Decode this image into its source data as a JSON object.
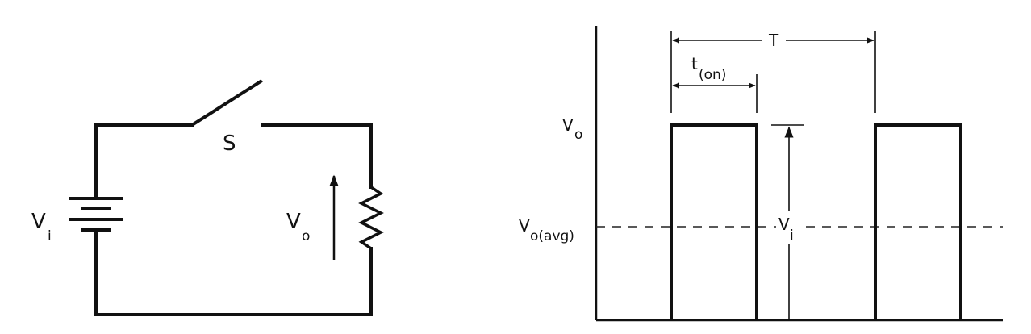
{
  "circuit": {
    "source_label": {
      "main": "V",
      "sub": "i"
    },
    "switch_label": "S",
    "output_label": {
      "main": "V",
      "sub": "o"
    }
  },
  "waveform": {
    "y_label_top": {
      "main": "V",
      "sub": "o"
    },
    "y_label_avg": {
      "main": "V",
      "sub": "o(avg)"
    },
    "period_label": "T",
    "on_time_label": {
      "main": "t",
      "sub": "(on)"
    },
    "amplitude_label": {
      "main": "V",
      "sub": "i"
    }
  }
}
